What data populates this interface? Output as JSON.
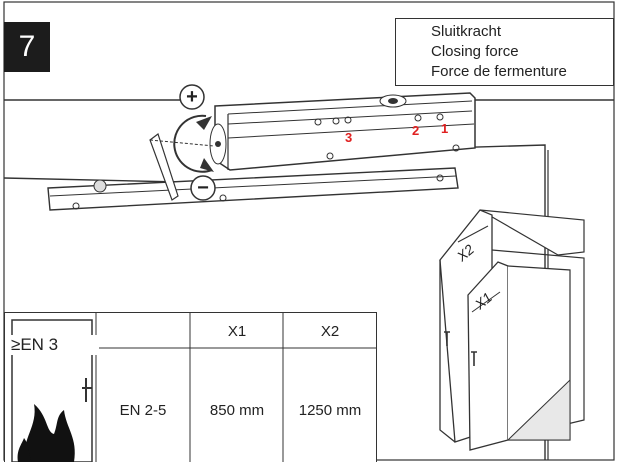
{
  "step": {
    "number": "7"
  },
  "title_box": {
    "line1": "Sluitkracht",
    "line2": "Closing force",
    "line3": "Force de fermenture"
  },
  "adjust_icons": {
    "increase_symbol": "+",
    "decrease_symbol": "−"
  },
  "spring_markers": [
    "3",
    "2",
    "1"
  ],
  "table": {
    "standard_label": "≥EN 3",
    "headers": [
      "",
      "X1",
      "X2"
    ],
    "row": {
      "class": "EN 2-5",
      "x1": "850 mm",
      "x2": "1250 mm"
    }
  },
  "door_labels": {
    "large": "X2",
    "small": "X1"
  },
  "colors": {
    "accent_red": "#e02020",
    "step_box": "#1c1c1c",
    "outline": "#333333"
  }
}
